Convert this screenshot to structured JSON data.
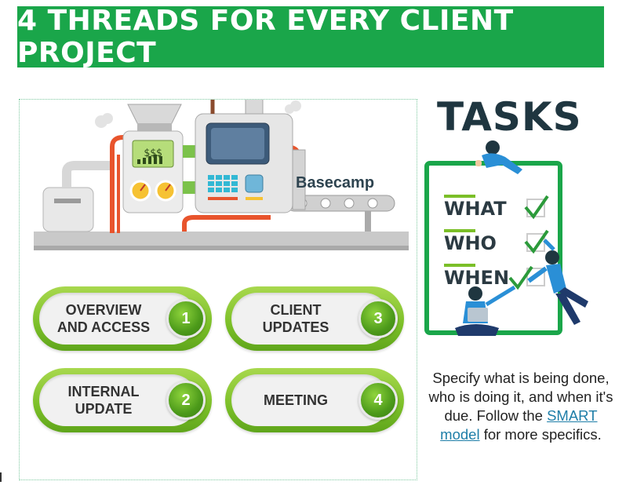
{
  "banner": {
    "title": "4 THREADS FOR EVERY CLIENT PROJECT"
  },
  "machine": {
    "display_text": "$$$",
    "brand_label": "Basecamp"
  },
  "threads": [
    {
      "label": "OVERVIEW\nAND ACCESS",
      "number": "1"
    },
    {
      "label": "INTERNAL\nUPDATE",
      "number": "2"
    },
    {
      "label": "CLIENT\nUPDATES",
      "number": "3"
    },
    {
      "label": "MEETING",
      "number": "4"
    }
  ],
  "tasks": {
    "title": "TASKS",
    "checklist": [
      "WHAT",
      "WHO",
      "WHEN"
    ],
    "description_before": "Specify what is being done, who is doing it, and when it's due. Follow the ",
    "link_text": "SMART model",
    "description_after": " for more specifics."
  },
  "colors": {
    "banner_green": "#1aa64a",
    "pill_green": "#7bbf28",
    "title_dark": "#1f3640",
    "link_blue": "#1e7ea8",
    "machine_orange": "#e8542c",
    "person_blue": "#2a8fd6"
  }
}
